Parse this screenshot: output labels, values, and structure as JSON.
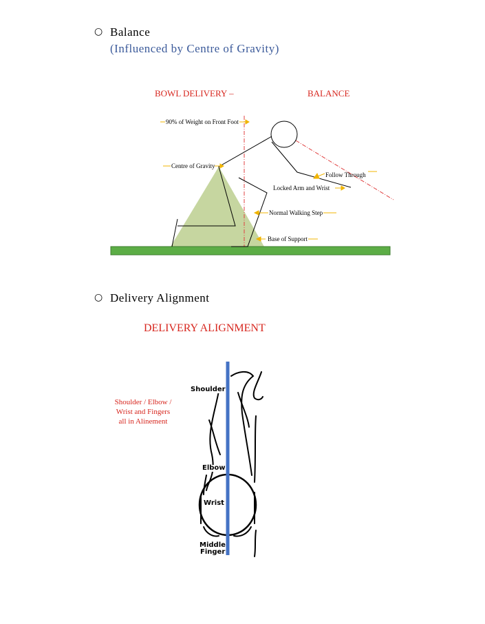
{
  "sections": [
    {
      "bullet": "○",
      "title": "Balance",
      "subtitle": "(Influenced by Centre of Gravity)"
    },
    {
      "bullet": "○",
      "title": "Delivery Alignment"
    }
  ],
  "balance_figure": {
    "heading_left": "BOWL DELIVERY –",
    "heading_right": "BALANCE",
    "labels": {
      "weight": "90% of Weight on Front Foot",
      "cog": "Centre of Gravity",
      "follow": "Follow Through",
      "locked": "Locked Arm and Wrist",
      "walking": "Normal Walking Step",
      "base": "Base of Support"
    },
    "colors": {
      "ground": "#5cad46",
      "triangle": "#c6d6a0",
      "heading": "#d7261e",
      "arrow": "#f0b400",
      "centerline": "#e04040"
    }
  },
  "alignment_figure": {
    "title": "DELIVERY ALIGNMENT",
    "note_lines": [
      "Shoulder / Elbow /",
      "Wrist and Fingers",
      "all in Alinement"
    ],
    "arm_labels": {
      "shoulder": "Shoulder",
      "elbow": "Elbow",
      "wrist": "Wrist",
      "middle": "Middle",
      "finger": "Finger"
    },
    "colors": {
      "line": "#4472c4",
      "title": "#d7261e"
    }
  }
}
